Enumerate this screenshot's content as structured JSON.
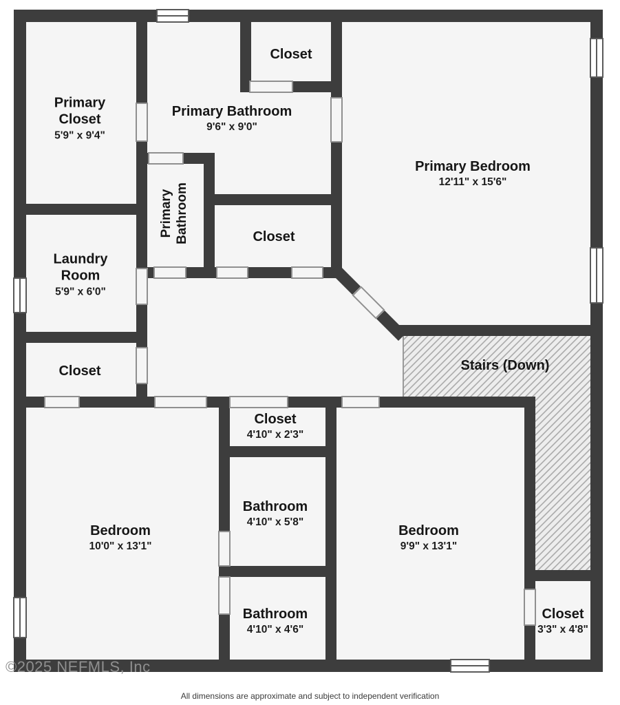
{
  "floorplan": {
    "rooms": {
      "primary_closet": {
        "name": "Primary Closet",
        "dims": "5'9\" x 9'4\""
      },
      "primary_bathroom": {
        "name": "Primary Bathroom",
        "dims": "9'6\" x 9'0\""
      },
      "closet_top": {
        "name": "Closet"
      },
      "primary_bedroom": {
        "name": "Primary Bedroom",
        "dims": "12'11\" x 15'6\""
      },
      "primary_bathroom_small": {
        "name": "Primary Bathroom"
      },
      "closet_middle": {
        "name": "Closet"
      },
      "laundry_room": {
        "name": "Laundry Room",
        "dims": "5'9\" x 6'0\""
      },
      "closet_left": {
        "name": "Closet"
      },
      "stairs": {
        "name": "Stairs (Down)"
      },
      "closet_hall": {
        "name": "Closet",
        "dims": "4'10\" x 2'3\""
      },
      "bathroom_upper": {
        "name": "Bathroom",
        "dims": "4'10\" x 5'8\""
      },
      "bedroom_left": {
        "name": "Bedroom",
        "dims": "10'0\" x 13'1\""
      },
      "bedroom_right": {
        "name": "Bedroom",
        "dims": "9'9\" x 13'1\""
      },
      "bathroom_lower": {
        "name": "Bathroom",
        "dims": "4'10\" x 4'6\""
      },
      "closet_bottom_right": {
        "name": "Closet",
        "dims": "3'3\" x 4'8\""
      }
    },
    "watermark": "©2025 NEFMLS, Inc",
    "disclaimer": "All dimensions are approximate and subject to independent verification",
    "colors": {
      "wall": "#3d3d3d",
      "floor": "#f5f5f5",
      "hatch_line": "#aaaaaa",
      "text": "#161616",
      "watermark": "#8f8f8f"
    }
  }
}
